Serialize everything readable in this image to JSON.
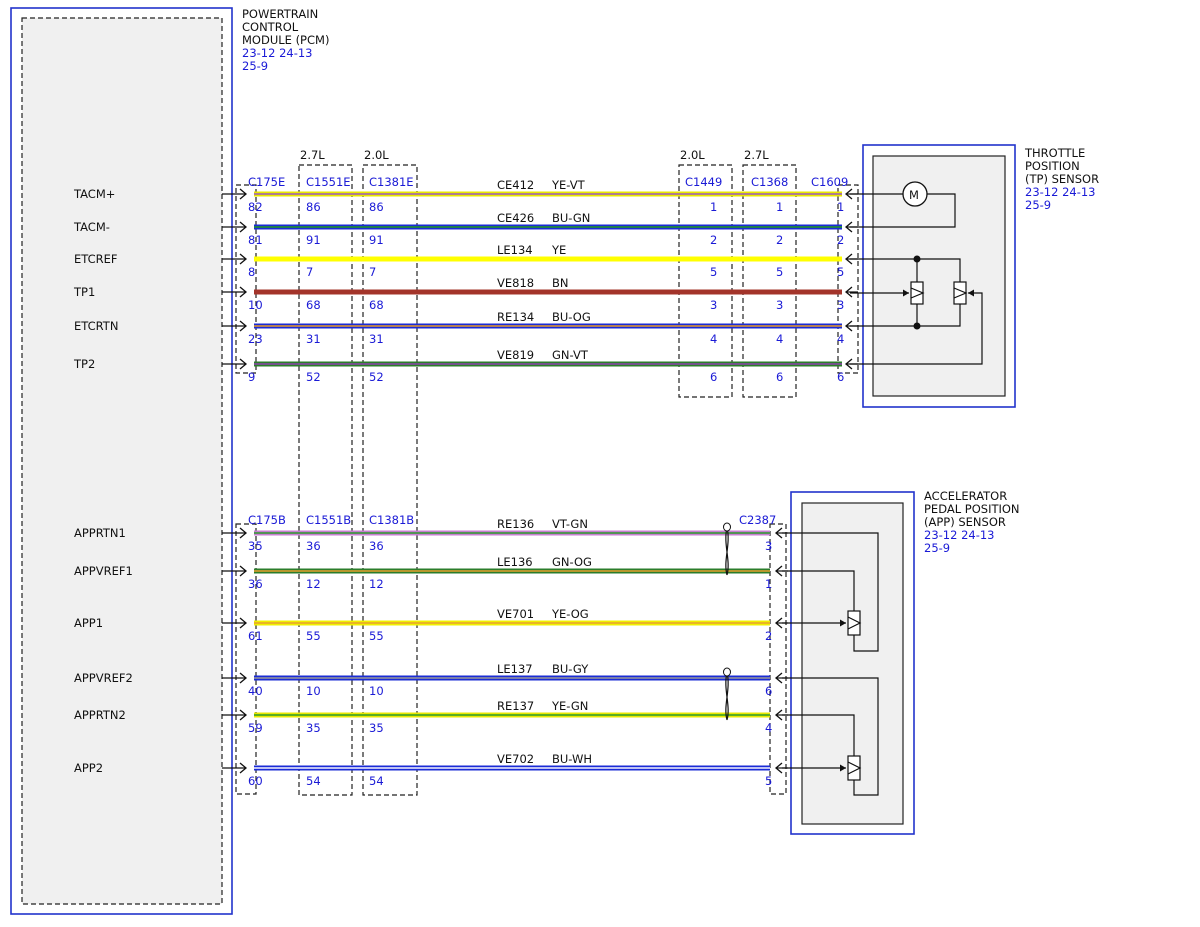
{
  "pcm": {
    "title": [
      "POWERTRAIN",
      "CONTROL",
      "MODULE (PCM)"
    ],
    "refs": [
      "23-12  24-13",
      "25-9"
    ]
  },
  "tp_sensor": {
    "title": [
      "THROTTLE",
      "POSITION",
      "(TP) SENSOR"
    ],
    "refs": [
      "23-12  24-13",
      "25-9"
    ],
    "motor_symbol": "M"
  },
  "app_sensor": {
    "title": [
      "ACCELERATOR",
      "PEDAL POSITION",
      "(APP) SENSOR"
    ],
    "refs": [
      "23-12  24-13",
      "25-9"
    ]
  },
  "engine_labels": {
    "a": "2.7L",
    "b": "2.0L",
    "c": "2.0L",
    "d": "2.7L"
  },
  "upper_connectors": [
    "C175E",
    "C1551E",
    "C1381E",
    "C1449",
    "C1368",
    "C1609"
  ],
  "lower_connectors": [
    "C175B",
    "C1551B",
    "C1381B",
    "C2387"
  ],
  "upper_wires": [
    {
      "signal": "TACM+",
      "circuit": "CE412",
      "color_code": "YE-VT",
      "pins": [
        "82",
        "86",
        "86",
        "1",
        "1",
        "1"
      ],
      "colors": [
        "#e8e800",
        "#9b59c0"
      ]
    },
    {
      "signal": "TACM-",
      "circuit": "CE426",
      "color_code": "BU-GN",
      "pins": [
        "81",
        "91",
        "91",
        "2",
        "2",
        "2"
      ],
      "colors": [
        "#1a2bd6",
        "#1e9a1e"
      ]
    },
    {
      "signal": "ETCREF",
      "circuit": "LE134",
      "color_code": "YE",
      "pins": [
        "8",
        "7",
        "7",
        "5",
        "5",
        "5"
      ],
      "colors": [
        "#ffff00",
        "#ffff00"
      ]
    },
    {
      "signal": "TP1",
      "circuit": "VE818",
      "color_code": "BN",
      "pins": [
        "10",
        "68",
        "68",
        "3",
        "3",
        "3"
      ],
      "colors": [
        "#a3342a",
        "#a3342a"
      ]
    },
    {
      "signal": "ETCRTN",
      "circuit": "RE134",
      "color_code": "BU-OG",
      "pins": [
        "23",
        "31",
        "31",
        "4",
        "4",
        "4"
      ],
      "colors": [
        "#1a2bd6",
        "#e89a2a"
      ]
    },
    {
      "signal": "TP2",
      "circuit": "VE819",
      "color_code": "GN-VT",
      "pins": [
        "9",
        "52",
        "52",
        "6",
        "6",
        "6"
      ],
      "colors": [
        "#2b7d2b",
        "#8e44ad"
      ]
    }
  ],
  "lower_wires": [
    {
      "signal": "APPRTN1",
      "circuit": "RE136",
      "color_code": "VT-GN",
      "pins": [
        "35",
        "36",
        "36",
        "3"
      ],
      "colors": [
        "#c77fd0",
        "#2b9a2b"
      ]
    },
    {
      "signal": "APPVREF1",
      "circuit": "LE136",
      "color_code": "GN-OG",
      "pins": [
        "36",
        "12",
        "12",
        "1"
      ],
      "colors": [
        "#2b7d2b",
        "#e8a030"
      ]
    },
    {
      "signal": "APP1",
      "circuit": "VE701",
      "color_code": "YE-OG",
      "pins": [
        "61",
        "55",
        "55",
        "2"
      ],
      "colors": [
        "#f0f000",
        "#e8a030"
      ]
    },
    {
      "signal": "APPVREF2",
      "circuit": "LE137",
      "color_code": "BU-GY",
      "pins": [
        "40",
        "10",
        "10",
        "6"
      ],
      "colors": [
        "#1a2bd6",
        "#9a9a9a"
      ]
    },
    {
      "signal": "APPRTN2",
      "circuit": "RE137",
      "color_code": "YE-GN",
      "pins": [
        "59",
        "35",
        "35",
        "4"
      ],
      "colors": [
        "#e8e800",
        "#2b9a2b"
      ]
    },
    {
      "signal": "APP2",
      "circuit": "VE702",
      "color_code": "BU-WH",
      "pins": [
        "60",
        "54",
        "54",
        "5"
      ],
      "colors": [
        "#1a2bd6",
        "#f4f4ff"
      ]
    }
  ]
}
